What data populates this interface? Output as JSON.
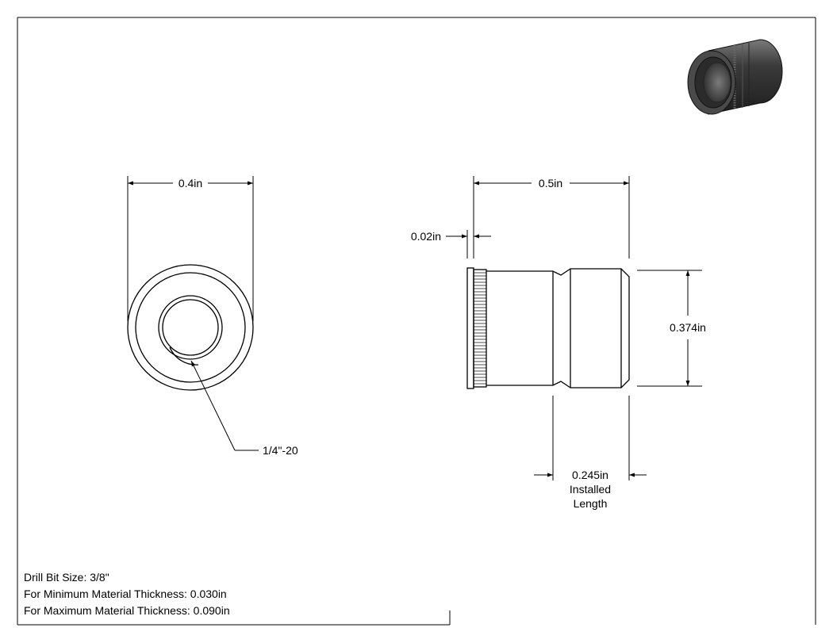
{
  "front_view": {
    "outer_diameter_label": "0.4in",
    "thread_label": "1/4\"-20"
  },
  "side_view": {
    "length_label": "0.5in",
    "flange_thickness_label": "0.02in",
    "body_diameter_label": "0.374in",
    "installed_length_value": "0.245in",
    "installed_length_text_1": "Installed",
    "installed_length_text_2": "Length"
  },
  "notes": {
    "drill_bit": "Drill Bit Size: 3/8\"",
    "min_thickness": "For Minimum Material Thickness: 0.030in",
    "max_thickness": "For Maximum Material Thickness: 0.090in"
  }
}
